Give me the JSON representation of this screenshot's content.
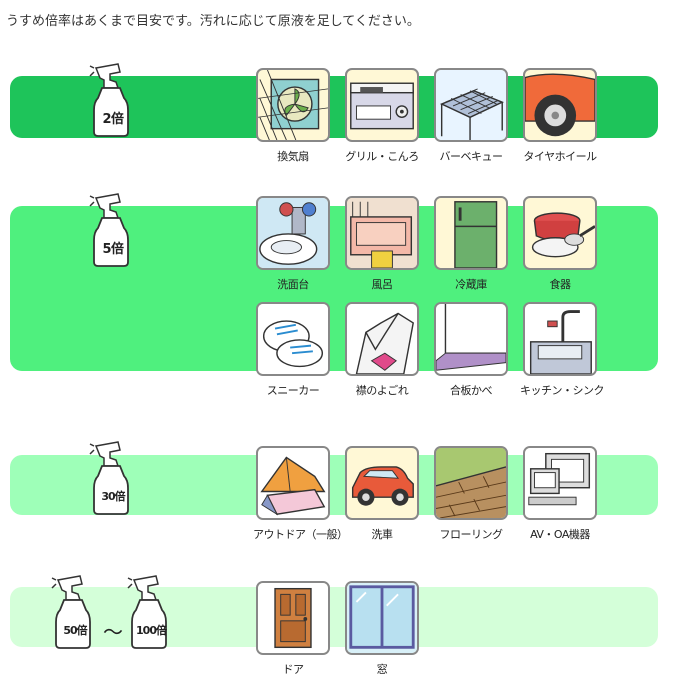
{
  "intro": "うすめ倍率はあくまで目安です。汚れに応じて原液を足してください。",
  "colors": {
    "band1": "#1ec45a",
    "band2": "#4ff07e",
    "band3": "#9effb8",
    "band4": "#d4ffd9"
  },
  "bottles": {
    "b2": "2倍",
    "b5": "5倍",
    "b30": "30倍",
    "b50": "50倍",
    "b100": "100倍",
    "tilde": "～"
  },
  "items": {
    "kankisen": "換気扇",
    "grill": "グリル・こんろ",
    "bbq": "バーベキュー",
    "wheel": "タイヤホイール",
    "senmendai": "洗面台",
    "furo": "風呂",
    "reizoko": "冷蔵庫",
    "shokki": "食器",
    "sneaker": "スニーカー",
    "eri": "襟のよごれ",
    "gohan": "合板かべ",
    "kitchen": "キッチン・シンク",
    "outdoor": "アウトドア（一般）",
    "sensha": "洗車",
    "flooring": "フローリング",
    "av": "AV・OA機器",
    "door": "ドア",
    "mado": "窓"
  }
}
